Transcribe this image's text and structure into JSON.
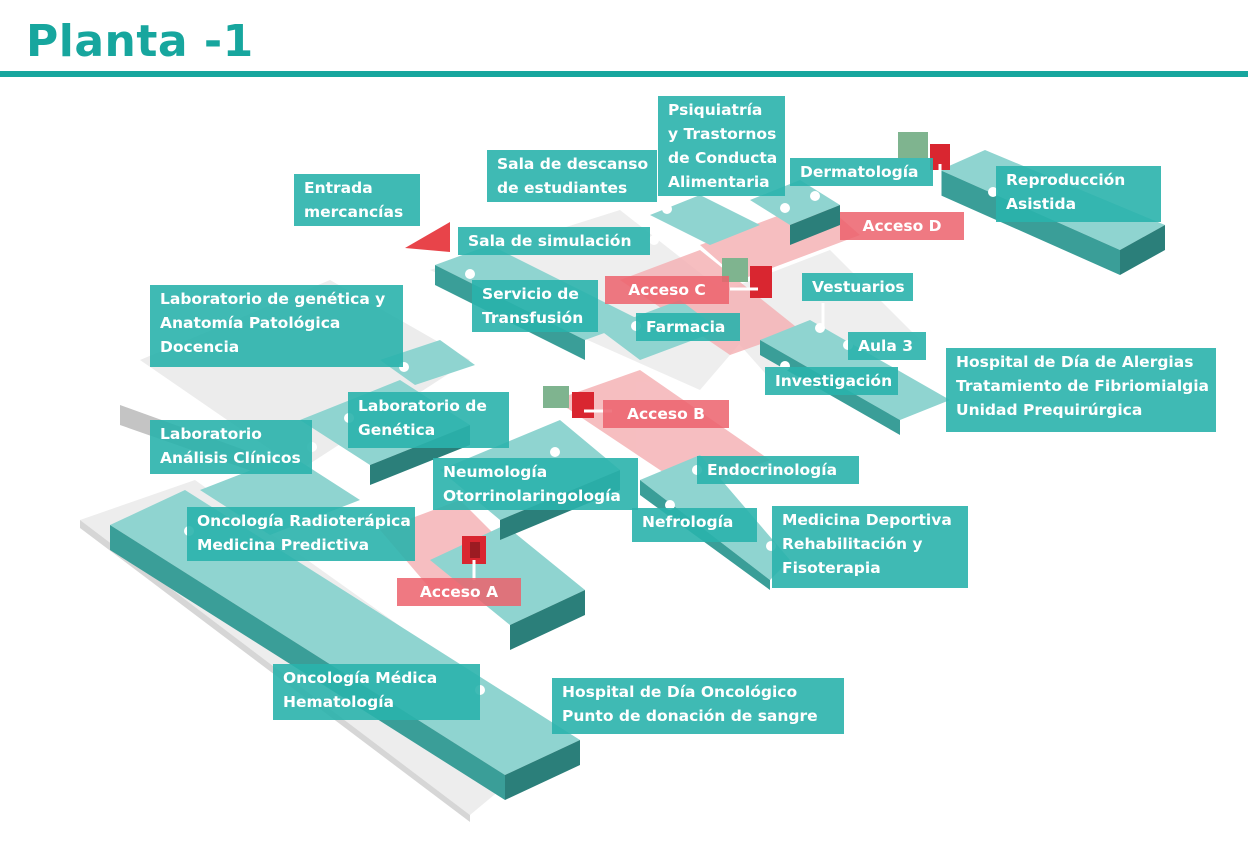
{
  "title": "Planta -1",
  "colors": {
    "accent": "#17a69e",
    "label_bg": "#2ab2ac",
    "access_bg": "#ec626c",
    "floor": "#e6e6e6",
    "building": "#8fd3cf"
  },
  "labels": {
    "psiquiatria": [
      "Psiquiatría",
      "y Trastornos",
      "de Conducta",
      "Alimentaria"
    ],
    "sala_descanso": [
      "Sala de descanso",
      "de estudiantes"
    ],
    "dermatologia": [
      "Dermatología"
    ],
    "reproduccion": [
      "Reproducción",
      "Asistida"
    ],
    "entrada_mercancias": [
      "Entrada",
      "mercancías"
    ],
    "sala_simulacion": [
      "Sala de simulación"
    ],
    "servicio_transfusion": [
      "Servicio de",
      "Transfusión"
    ],
    "farmacia": [
      "Farmacia"
    ],
    "vestuarios": [
      "Vestuarios"
    ],
    "aula3": [
      "Aula 3"
    ],
    "investigacion": [
      "Investigación"
    ],
    "hospital_dia_alergias": [
      "Hospital de Día de Alergias",
      "Tratamiento de Fibriomialgia",
      "Unidad Prequirúrgica"
    ],
    "lab_genetica_anatomia": [
      "Laboratorio de genética y",
      "Anatomía Patológica",
      "Docencia"
    ],
    "lab_genetica": [
      "Laboratorio de",
      "Genética"
    ],
    "lab_analisis": [
      "Laboratorio",
      "Análisis Clínicos"
    ],
    "neumologia": [
      "Neumología",
      "Otorrinolaringología"
    ],
    "endocrinologia": [
      "Endocrinología"
    ],
    "nefrologia": [
      "Nefrología"
    ],
    "medicina_deportiva": [
      "Medicina Deportiva",
      "Rehabilitación y",
      "Fisoterapia"
    ],
    "oncologia_radioterapica": [
      "Oncología Radioterápica",
      "Medicina Predictiva"
    ],
    "oncologia_medica": [
      "Oncología Médica",
      "Hematología"
    ],
    "hospital_dia_oncologico": [
      "Hospital de Día Oncológico",
      "Punto de donación de sangre"
    ]
  },
  "accesses": {
    "acceso_a": "Acceso A",
    "acceso_b": "Acceso B",
    "acceso_c": "Acceso C",
    "acceso_d": "Acceso D"
  }
}
